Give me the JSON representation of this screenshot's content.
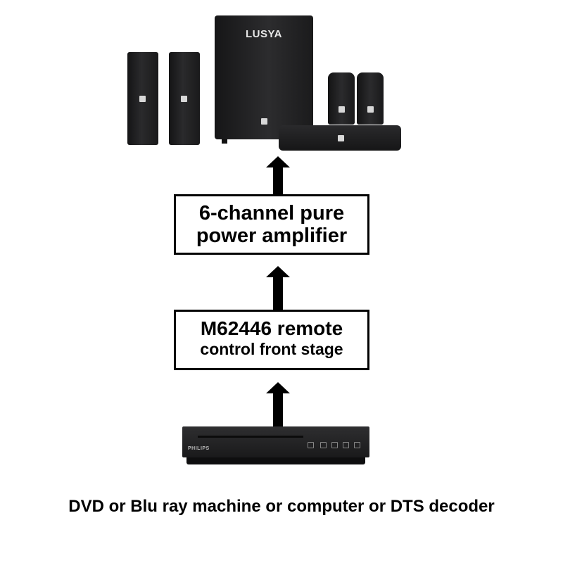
{
  "speakers": {
    "brand_label": "LUSYA",
    "items": [
      "tower-left-speaker",
      "tower-right-speaker",
      "subwoofer",
      "satellite-left",
      "satellite-right",
      "center-soundbar"
    ]
  },
  "diagram": {
    "amplifier_box": {
      "line1": "6-channel pure",
      "line2": "power amplifier"
    },
    "front_stage_box": {
      "line1": "M62446 remote",
      "line2": "control front stage"
    },
    "source_device": {
      "brand": "PHILIPS"
    },
    "caption": "DVD or Blu ray machine or computer or DTS decoder"
  },
  "colors": {
    "box_border": "#000000",
    "arrow": "#000000",
    "speaker": "#1d1d1f",
    "background": "#ffffff"
  }
}
